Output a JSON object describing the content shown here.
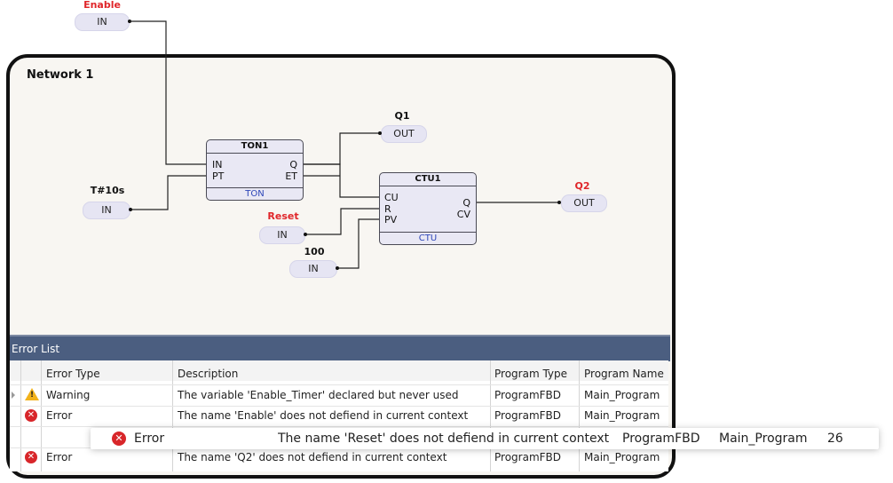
{
  "network": {
    "title": "Network 1"
  },
  "variables": {
    "enable": {
      "name": "Enable",
      "kind": "IN"
    },
    "preset_time": {
      "name": "T#10s",
      "kind": "IN"
    },
    "reset": {
      "name": "Reset",
      "kind": "IN"
    },
    "preset_value": {
      "name": "100",
      "kind": "IN"
    },
    "q1": {
      "name": "Q1",
      "kind": "OUT"
    },
    "q2": {
      "name": "Q2",
      "kind": "OUT"
    }
  },
  "blocks": {
    "ton1": {
      "title": "TON1",
      "type": "TON",
      "in_ports": [
        "IN",
        "PT"
      ],
      "out_ports": [
        "Q",
        "ET"
      ]
    },
    "ctu1": {
      "title": "CTU1",
      "type": "CTU",
      "in_ports": [
        "CU",
        "R",
        "PV"
      ],
      "out_ports": [
        "Q",
        "CV"
      ]
    }
  },
  "colors": {
    "error_var": "#e0262a",
    "block_fill": "#e9e8f4",
    "pill_fill": "#e6e5f3",
    "header_bar": "#4b5e80",
    "type_label": "#2d46b8"
  },
  "error_list": {
    "title": "Error List",
    "columns": [
      "Error Type",
      "Description",
      "Program Type",
      "Program Name"
    ],
    "rows": [
      {
        "icon": "warning-icon",
        "type": "Warning",
        "description": "The variable 'Enable_Timer' declared but never used",
        "program_type": "ProgramFBD",
        "program_name": "Main_Program"
      },
      {
        "icon": "error-icon",
        "type": "Error",
        "description": "The name 'Enable' does not defiend in current context",
        "program_type": "ProgramFBD",
        "program_name": "Main_Program"
      },
      {
        "icon": "error-icon",
        "type": "Error",
        "description": "The name 'Q2' does not defiend in current context",
        "program_type": "ProgramFBD",
        "program_name": "Main_Program"
      }
    ],
    "highlighted_row": {
      "icon": "error-icon",
      "type": "Error",
      "description": "The name 'Reset' does not defiend in current context",
      "program_type": "ProgramFBD",
      "program_name": "Main_Program",
      "line": "26"
    }
  }
}
